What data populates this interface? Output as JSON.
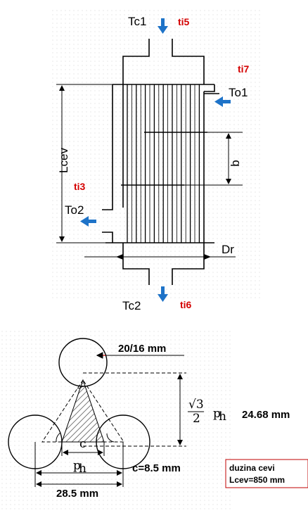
{
  "exchanger": {
    "tc1": "Tc1",
    "tc2": "Tc2",
    "to1": "To1",
    "to2": "To2",
    "ti5": "ti5",
    "ti6": "ti6",
    "ti7": "ti7",
    "ti3": "ti3",
    "lcev": "Lcev",
    "b": "b",
    "dr": "Dr"
  },
  "layout_detail": {
    "diameter": "20/16 mm",
    "sqrt3": "√3",
    "two": "2",
    "ph_height": "p",
    "h_sub": "h",
    "height_value": "24.68 mm",
    "c": "c",
    "ph": "p",
    "c_value": "c=8.5 mm",
    "pitch_value": "28.5 mm"
  },
  "note": {
    "line1": "duzina cevi",
    "line2": "Lcev=850 mm"
  },
  "colors": {
    "label_red": "#d40000",
    "arrow_blue": "#1e73c8"
  }
}
